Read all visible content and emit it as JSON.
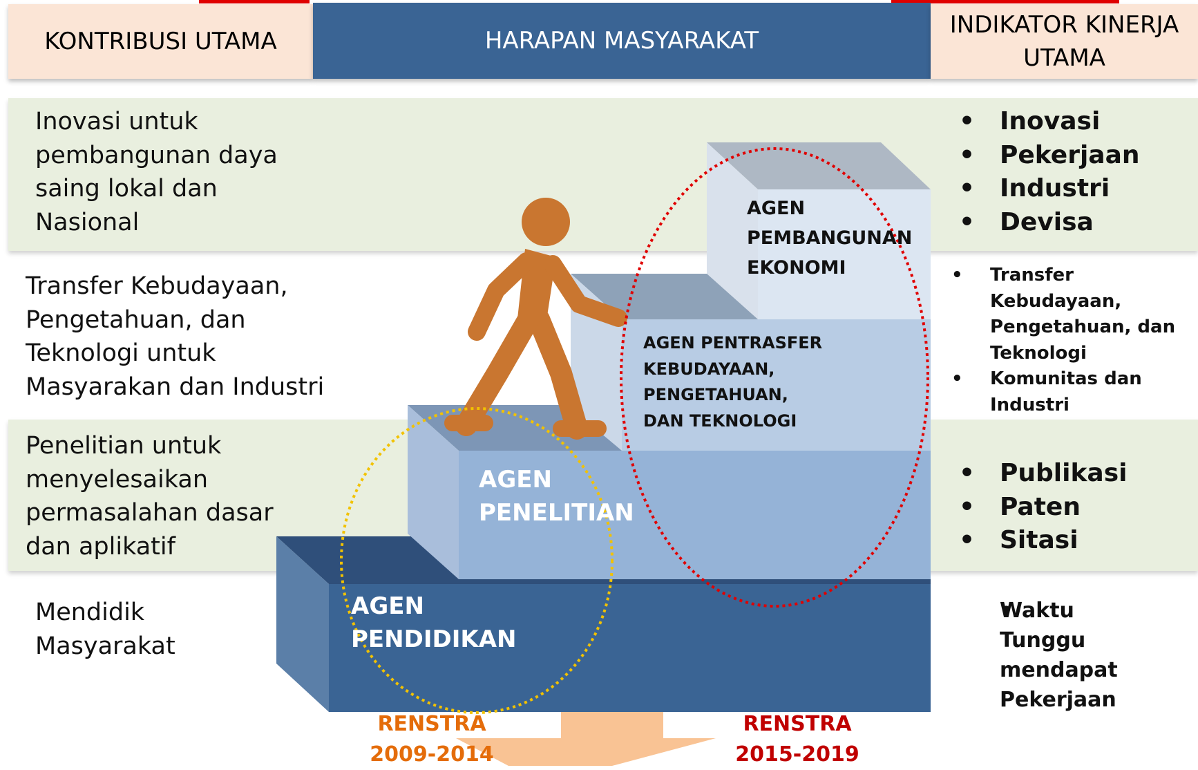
{
  "header": {
    "kontribusi": "KONTRIBUSI UTAMA",
    "harapan": "HARAPAN MASYARAKAT",
    "indikator_line1": "INDIKATOR KINERJA",
    "indikator_line2": "UTAMA"
  },
  "contributions": [
    [
      "Inovasi untuk",
      "pembangunan daya",
      "saing lokal dan",
      "Nasional"
    ],
    [
      "Transfer Kebudayaan,",
      "Pengetahuan, dan",
      "Teknologi untuk",
      "Masyarakan dan Industri"
    ],
    [
      "Penelitian  untuk",
      "menyelesaikan",
      "permasalahan dasar",
      "dan aplikatif"
    ],
    [
      "Mendidik",
      "Masyarakat"
    ]
  ],
  "indicators": {
    "group1": [
      "Inovasi",
      "Pekerjaan",
      "Industri",
      "Devisa"
    ],
    "group2": [
      [
        "Transfer",
        "Kebudayaan,",
        "Pengetahuan, dan",
        "Teknologi"
      ],
      [
        "Komunitas dan",
        "Industri"
      ]
    ],
    "group3": [
      "Publikasi",
      "Paten",
      "Sitasi"
    ],
    "group4": [
      [
        "Waktu",
        "Tunggu",
        "mendapat",
        "Pekerjaan"
      ]
    ]
  },
  "steps": {
    "pendidikan": [
      "AGEN",
      "PENDIDIKAN"
    ],
    "penelitian": [
      "AGEN",
      "PENELITIAN"
    ],
    "pentransfer": [
      "AGEN PENTRASFER",
      "KEBUDAYAAN,",
      "PENGETAHUAN,",
      "DAN TEKNOLOGI"
    ],
    "pembangunan": [
      "AGEN",
      "PEMBANGUNAN",
      "EKONOMI"
    ]
  },
  "renstra": {
    "left": [
      "RENSTRA",
      "2009-2014"
    ],
    "right": [
      "RENSTRA",
      "2015-2019"
    ]
  },
  "colors": {
    "title_red": "#e00000",
    "header_side": "#fbe5d6",
    "header_center": "#3a6494",
    "band_green": "#e9efdf",
    "renstra_left": "#e46c0a",
    "renstra_right": "#c00000",
    "person": "#c97630",
    "ellipse_red": "#e00000",
    "ellipse_yellow": "#f2c200",
    "arrow": "#f9c394"
  }
}
